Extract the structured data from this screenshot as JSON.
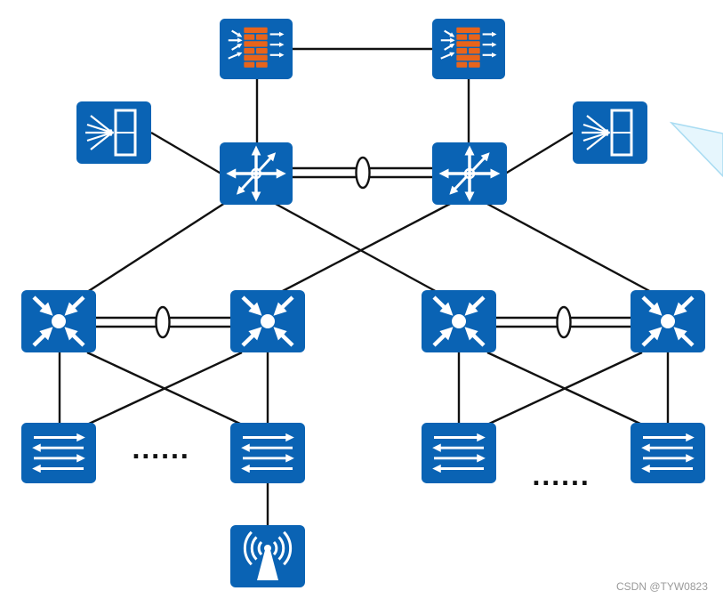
{
  "watermark": "CSDN @TYW0823",
  "ellipsis": "......",
  "colors": {
    "device": "#0a63b4",
    "glyph": "#ffffff",
    "firewall_brick": "#e8641b",
    "line": "#111111",
    "background": "#ffffff",
    "deco": "#bfe6f7"
  },
  "devices": [
    {
      "id": "fw-left",
      "type": "firewall",
      "icon": "firewall-icon"
    },
    {
      "id": "fw-right",
      "type": "firewall",
      "icon": "firewall-icon"
    },
    {
      "id": "ids-left",
      "type": "ids",
      "icon": "ids-icon"
    },
    {
      "id": "router-left",
      "type": "router",
      "icon": "router-icon"
    },
    {
      "id": "router-right",
      "type": "router",
      "icon": "router-icon"
    },
    {
      "id": "ids-right",
      "type": "ids",
      "icon": "ids-icon"
    },
    {
      "id": "l3sw-1",
      "type": "l3switch",
      "icon": "l3-switch-icon"
    },
    {
      "id": "l3sw-2",
      "type": "l3switch",
      "icon": "l3-switch-icon"
    },
    {
      "id": "l3sw-3",
      "type": "l3switch",
      "icon": "l3-switch-icon"
    },
    {
      "id": "l3sw-4",
      "type": "l3switch",
      "icon": "l3-switch-icon"
    },
    {
      "id": "sw-1",
      "type": "switch",
      "icon": "switch-icon"
    },
    {
      "id": "sw-2",
      "type": "switch",
      "icon": "switch-icon"
    },
    {
      "id": "sw-3",
      "type": "switch",
      "icon": "switch-icon"
    },
    {
      "id": "sw-4",
      "type": "switch",
      "icon": "switch-icon"
    },
    {
      "id": "ap-1",
      "type": "ap",
      "icon": "wireless-ap-icon"
    }
  ],
  "links": [
    [
      "fw-left",
      "fw-right"
    ],
    [
      "fw-left",
      "router-left"
    ],
    [
      "fw-right",
      "router-right"
    ],
    [
      "ids-left",
      "router-left"
    ],
    [
      "ids-right",
      "router-right"
    ],
    [
      "router-left",
      "l3sw-1"
    ],
    [
      "router-left",
      "l3sw-3"
    ],
    [
      "router-right",
      "l3sw-2"
    ],
    [
      "router-right",
      "l3sw-4"
    ],
    [
      "l3sw-1",
      "sw-1"
    ],
    [
      "l3sw-1",
      "sw-2"
    ],
    [
      "l3sw-2",
      "sw-1"
    ],
    [
      "l3sw-2",
      "sw-2"
    ],
    [
      "l3sw-3",
      "sw-3"
    ],
    [
      "l3sw-3",
      "sw-4"
    ],
    [
      "l3sw-4",
      "sw-3"
    ],
    [
      "l3sw-4",
      "sw-4"
    ],
    [
      "sw-2",
      "ap-1"
    ]
  ],
  "aggregated_links": [
    [
      "router-left",
      "router-right"
    ],
    [
      "l3sw-1",
      "l3sw-2"
    ],
    [
      "l3sw-3",
      "l3sw-4"
    ]
  ]
}
